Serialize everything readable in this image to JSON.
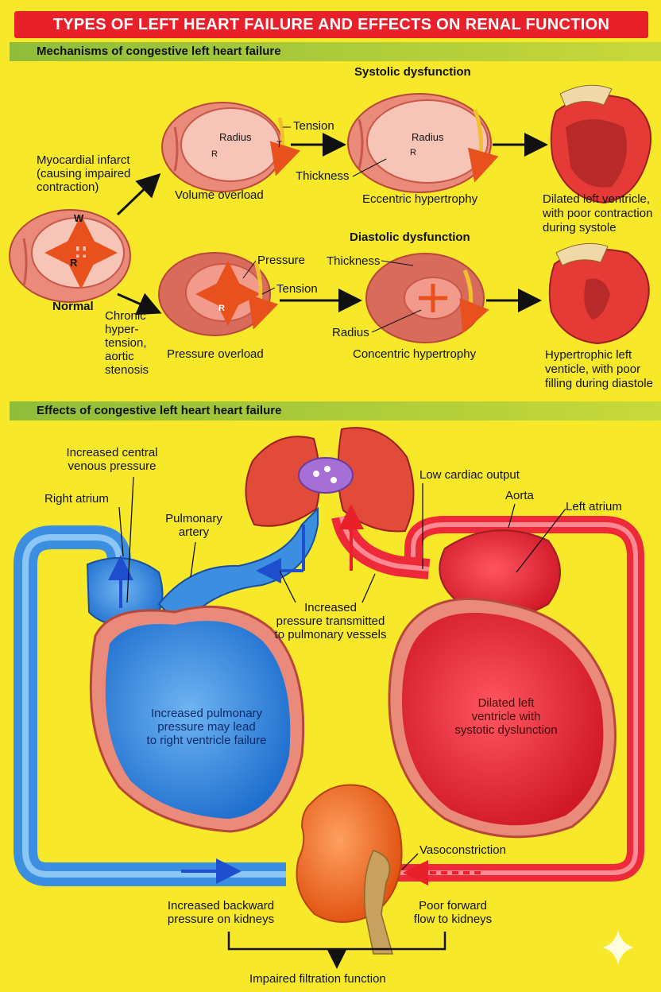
{
  "title": "TYPES OF LEFT HEART FAILURE AND EFFECTS ON RENAL FUNCTION",
  "mechanisms": {
    "section_title": "Mechanisms of congestive left heart failure",
    "systolic_heading": "Systolic dysfunction",
    "diastolic_heading": "Diastolic dysfunction",
    "myocardial_infarct": [
      "Myocardial infarct",
      "(causing impaired",
      "contraction)"
    ],
    "normal": "Normal",
    "normal_W": "W",
    "normal_R": "R",
    "chronic": [
      "Chronic",
      "hyper-",
      "tension,",
      "aortic",
      "stenosis"
    ],
    "volume_overload": {
      "radius": "Radius",
      "r": "R",
      "tension": "Tension",
      "t": "T",
      "caption": "Volume overload"
    },
    "eccentric": {
      "radius": "Radius",
      "r": "R",
      "thickness": "Thickness",
      "caption": "Eccentric hypertrophy"
    },
    "dilated_lv": [
      "Dilated left ventricle,",
      "with poor contraction",
      "during systole"
    ],
    "pressure_overload": {
      "pressure": "Pressure",
      "tension": "Tension",
      "r": "R",
      "caption": "Pressure overload"
    },
    "concentric": {
      "thickness": "Thickness",
      "radius": "Radius",
      "caption": "Concentric hypertrophy"
    },
    "hypertrophic_lv": [
      "Hypertrophic left",
      "venticle, with poor",
      "filling during diastole"
    ]
  },
  "effects": {
    "section_title": "Effects of congestive left heart heart failure",
    "central_venous": [
      "Increased central",
      "venous pressure"
    ],
    "right_atrium": "Right atrium",
    "pulmonary_artery": [
      "Pulmonary",
      "artery"
    ],
    "low_cardiac_output": "Low cardiac output",
    "aorta": "Aorta",
    "left_atrium": "Left atrium",
    "pressure_transmitted": [
      "Increased",
      "pressure transmitted",
      "to pulmonary vessels"
    ],
    "rv_failure": [
      "Increased pulmonary",
      "pressure may lead",
      "to right ventricle failure"
    ],
    "dilated_lv_systolic": [
      "Dilated left",
      "ventricle with",
      "systotic dyslunction"
    ],
    "vasoconstriction": "Vasoconstriction",
    "backward_pressure": [
      "Increased backward",
      "pressure on kidneys"
    ],
    "poor_forward": [
      "Poor forward",
      "flow to kidneys"
    ],
    "impaired_filtration": "Impaired filtration function"
  },
  "colors": {
    "title_red": "#e8202a",
    "bar_green": "#8fbd3a",
    "background": "#f7e92a",
    "blood_blue": "#3c8fe0",
    "blood_red": "#ee2a3a",
    "muscle_pink": "#e98a7a",
    "kidney_orange": "#f26a1c"
  }
}
